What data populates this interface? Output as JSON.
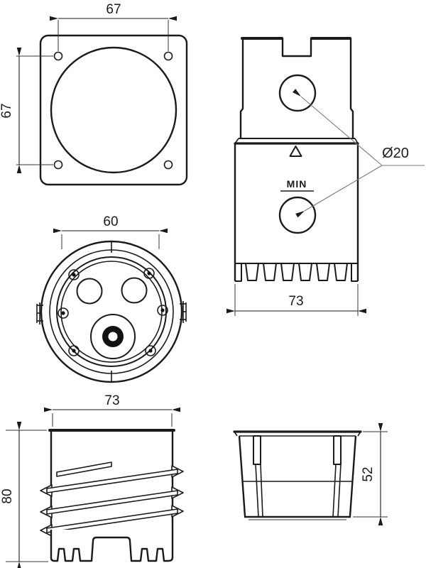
{
  "drawing": {
    "description": "Technical drawing of a flush-mounting installation box, five orthographic views",
    "colors": {
      "line": "#1a1a1a",
      "leader": "#777777",
      "background": "#ffffff"
    },
    "views": {
      "top_plate": {
        "width_dim": "67",
        "height_dim": "67"
      },
      "front": {
        "hole_dia": "Ø20",
        "min_label": "MIN",
        "width_dim": "73"
      },
      "circular": {
        "width_dim": "60"
      },
      "threaded_side": {
        "width_dim": "73",
        "height_dim": "80"
      },
      "cup_side": {
        "height_dim": "52"
      }
    }
  }
}
